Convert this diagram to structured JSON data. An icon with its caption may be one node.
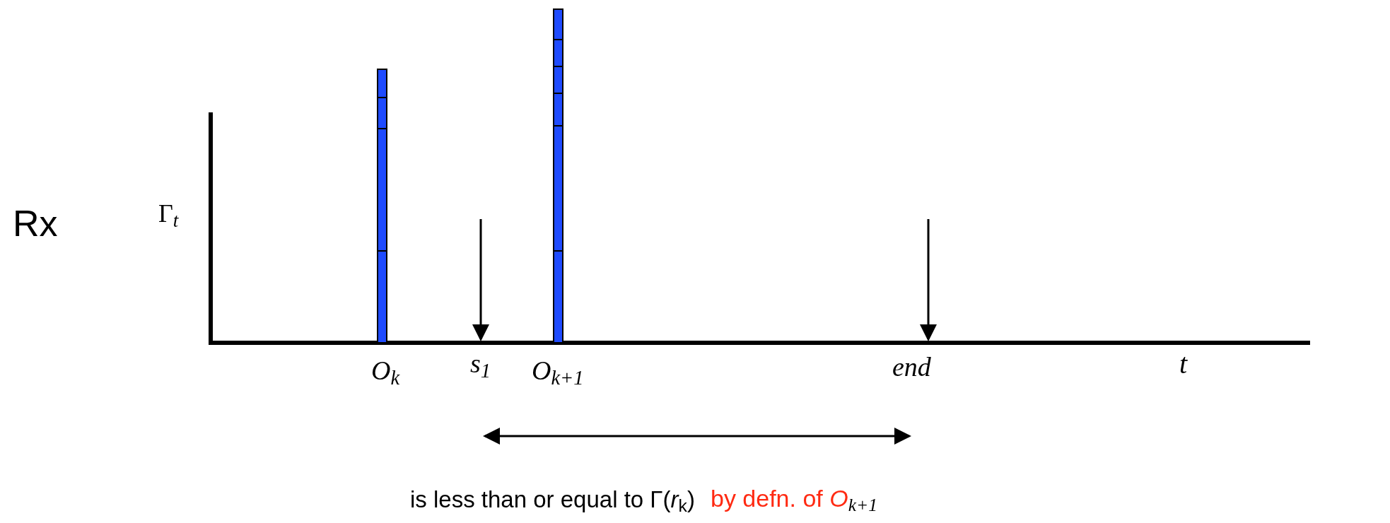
{
  "diagram": {
    "labels": [
      "Rx",
      "Γ$_{t}$",
      "O$_{k}$",
      "s$_{1}$",
      "O$_{k+1}$",
      "end",
      "t",
      "is less than or equal to Γ(*r*$_{k}$)",
      "by defn. of *O*$_{k+1}$"
    ]
  }
}
